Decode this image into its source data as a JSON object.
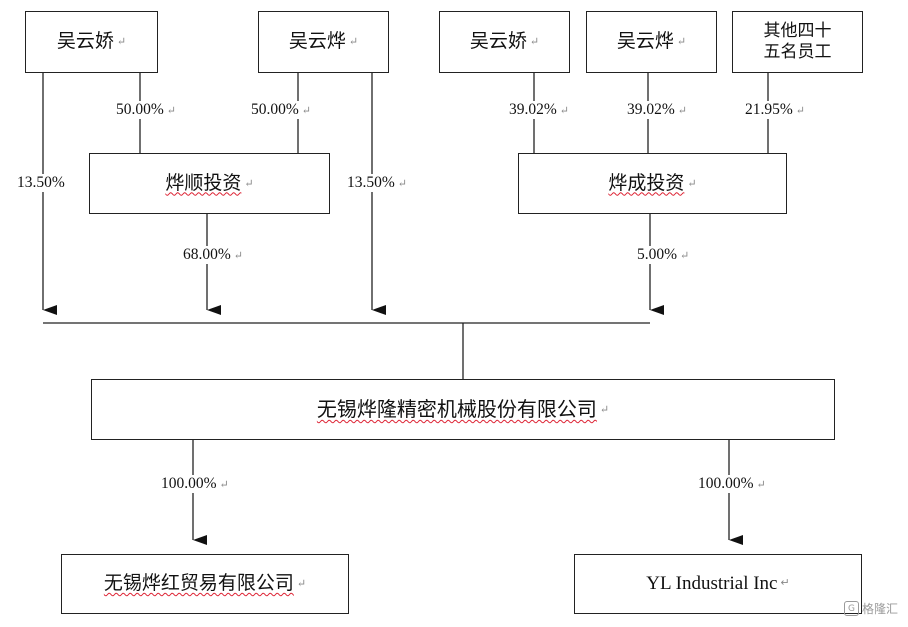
{
  "top_row": [
    {
      "label": "吴云娇"
    },
    {
      "label": "吴云烨"
    },
    {
      "label": "吴云娇"
    },
    {
      "label": "吴云烨"
    },
    {
      "label": "其他四十\n五名员工"
    }
  ],
  "mid_boxes": [
    {
      "label": "烨顺投资"
    },
    {
      "label": "烨成投资"
    }
  ],
  "main_company": "无锡烨隆精密机械股份有限公司",
  "subsidiaries": [
    {
      "label": "无锡烨红贸易有限公司"
    },
    {
      "label": "YL Industrial Inc"
    }
  ],
  "percentages": {
    "p1": "50.00%",
    "p2": "50.00%",
    "p3": "39.02%",
    "p4": "39.02%",
    "p5": "21.95%",
    "p6": "13.50%",
    "p7": "13.50%",
    "p8": "68.00%",
    "p9": "5.00%",
    "p10": "100.00%",
    "p11": "100.00%"
  },
  "paragraph_mark": "↵",
  "watermark": "格隆汇",
  "watermark_icon": "G"
}
